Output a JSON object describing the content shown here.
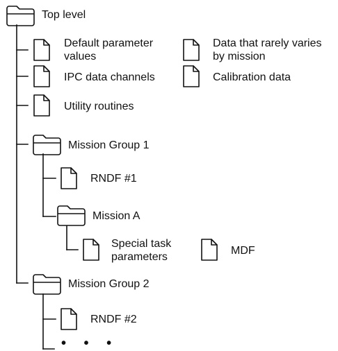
{
  "tree": {
    "root": {
      "label": "Top level",
      "icon": "folder-icon"
    },
    "top_items": [
      {
        "label": "Default parameter\nvalues",
        "icon": "document-icon"
      },
      {
        "label": "IPC data channels",
        "icon": "document-icon"
      },
      {
        "label": "Utility routines",
        "icon": "document-icon"
      }
    ],
    "side_items": [
      {
        "label": "Data that rarely varies\nby mission",
        "icon": "document-icon"
      },
      {
        "label": "Calibration data",
        "icon": "document-icon"
      }
    ],
    "group1": {
      "label": "Mission Group 1",
      "icon": "folder-icon",
      "rndf": {
        "label": "RNDF #1",
        "icon": "document-icon"
      },
      "mission_a": {
        "label": "Mission A",
        "icon": "folder-icon",
        "task_params": {
          "label": "Special task\nparameters",
          "icon": "document-icon"
        },
        "mdf": {
          "label": "MDF",
          "icon": "document-icon"
        }
      }
    },
    "group2": {
      "label": "Mission Group 2",
      "icon": "folder-icon",
      "rndf": {
        "label": "RNDF #2",
        "icon": "document-icon"
      },
      "more": "• • •"
    }
  }
}
